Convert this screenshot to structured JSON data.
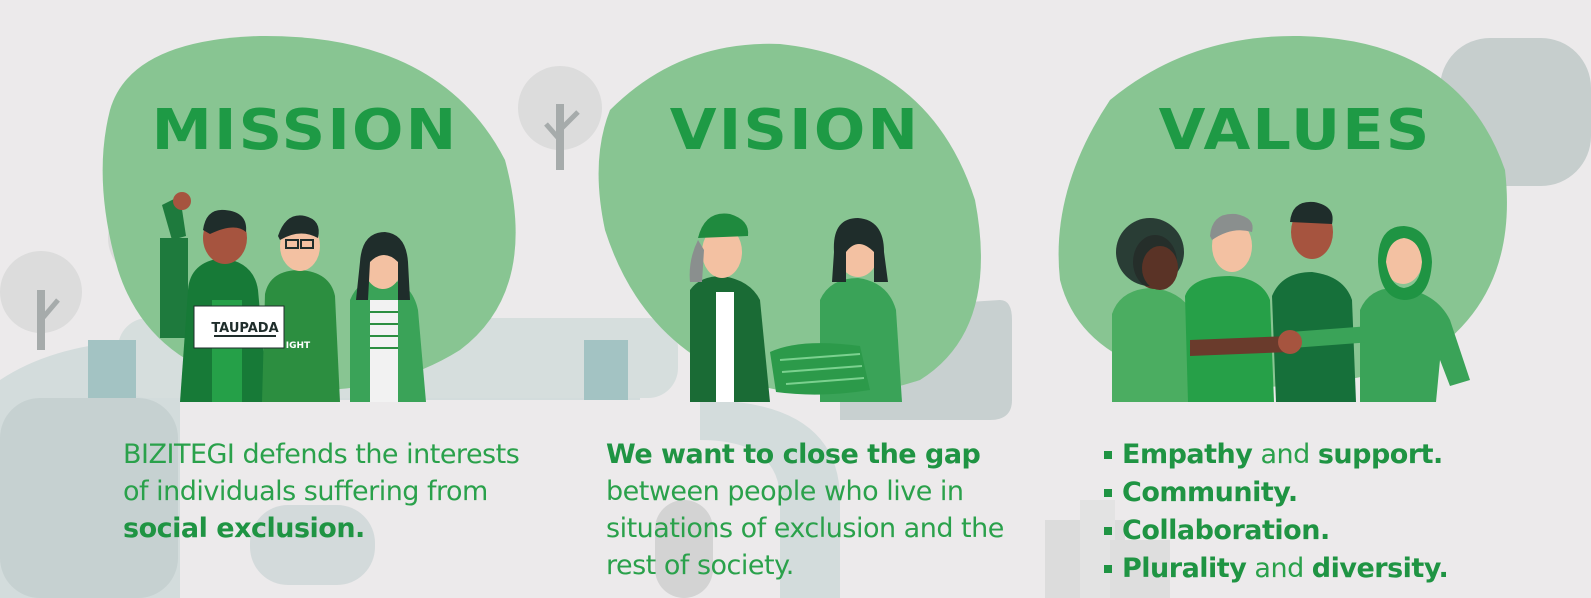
{
  "colors": {
    "accent": "#1e9a45",
    "blob": "#88c592",
    "background": "#eceaeb"
  },
  "mission": {
    "title": "MISSION",
    "text_1": "BIZITEGI defends the interests of individuals suffering from ",
    "text_bold": "social exclusion.",
    "sign_text": "TAUPADA",
    "shirt_text": "IGHT"
  },
  "vision": {
    "title": "VISION",
    "text_bold": "We want to close the gap",
    "text_2": " between people who live in situations of exclusion and the rest of society."
  },
  "values": {
    "title": "VALUES",
    "items": [
      {
        "b1": "Empathy",
        "mid": " and ",
        "b2": "support."
      },
      {
        "b1": "Community.",
        "mid": "",
        "b2": ""
      },
      {
        "b1": "Collaboration.",
        "mid": "",
        "b2": ""
      },
      {
        "b1": "Plurality",
        "mid": " and ",
        "b2": "diversity."
      }
    ]
  },
  "icons": [
    "tree-icon",
    "raised-fist-icon",
    "people-group-illustration",
    "blanket-handover-illustration",
    "joined-hands-illustration"
  ]
}
